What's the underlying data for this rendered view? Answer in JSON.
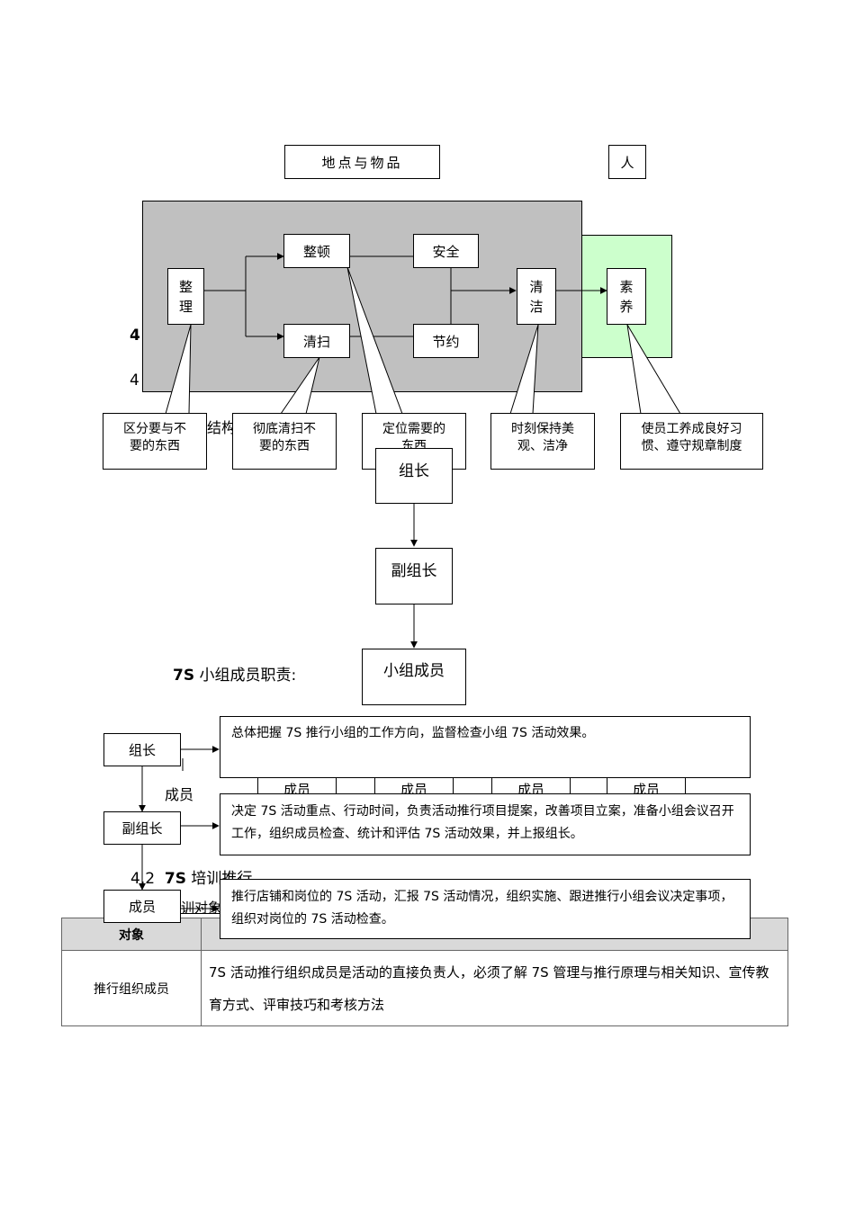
{
  "top": {
    "place_items": "地点与物品",
    "person": "人"
  },
  "flow": {
    "zhengli": "整\n理",
    "zhengdun": "整顿",
    "qingsao": "清扫",
    "anquan": "安全",
    "jieyue": "节约",
    "qingjie": "清\n洁",
    "suyang": "素\n养"
  },
  "callouts": {
    "zhengli": "区分要与不\n要的东西",
    "qingsao": "彻底清扫不\n要的东西",
    "zhengdun": "定位需要的\n东西",
    "qingjie": "时刻保持美\n观、洁净",
    "suyang": "使员工养成良好习\n惯、遵守规章制度"
  },
  "fragments": {
    "num1": "4",
    "num2": "4",
    "structure": "结构",
    "chengyuan_side": "成员",
    "chengyuan_row": [
      "成员",
      "成员",
      "成员",
      "成员"
    ],
    "train_num": "4.2",
    "train_title_bold": "7S",
    "train_title": "培训推行",
    "train_target": "训对象"
  },
  "org": {
    "leader": "组长",
    "deputy": "副组长",
    "members": "小组成员"
  },
  "duties_heading": {
    "bold": "7S",
    "text": "小组成员职责:"
  },
  "duties": {
    "leader_label": "组长",
    "leader_text": "总体把握 7S 推行小组的工作方向，监督检查小组 7S 活动效果。",
    "deputy_label": "副组长",
    "deputy_text": "决定 7S 活动重点、行动时间，负责活动推行项目提案，改善项目立案，准备小组会议召开工作，组织成员检查、统计和评估 7S 活动效果，并上报组长。",
    "member_label": "成员",
    "member_text": "推行店铺和岗位的 7S 活动，汇报 7S 活动情况，组织实施、跟进推行小组会议决定事项，组织对岗位的 7S 活动检查。"
  },
  "training_table": {
    "header": [
      "对象",
      ""
    ],
    "rows": [
      [
        "推行组织成员",
        "7S 活动推行组织成员是活动的直接负责人，必须了解 7S 管理与推行原理与相关知识、宣传教育方式、评审技巧和考核方法"
      ]
    ]
  },
  "colors": {
    "gray_panel": "#c0c0c0",
    "green_panel": "#ccffcc",
    "table_header": "#d9d9d9"
  }
}
